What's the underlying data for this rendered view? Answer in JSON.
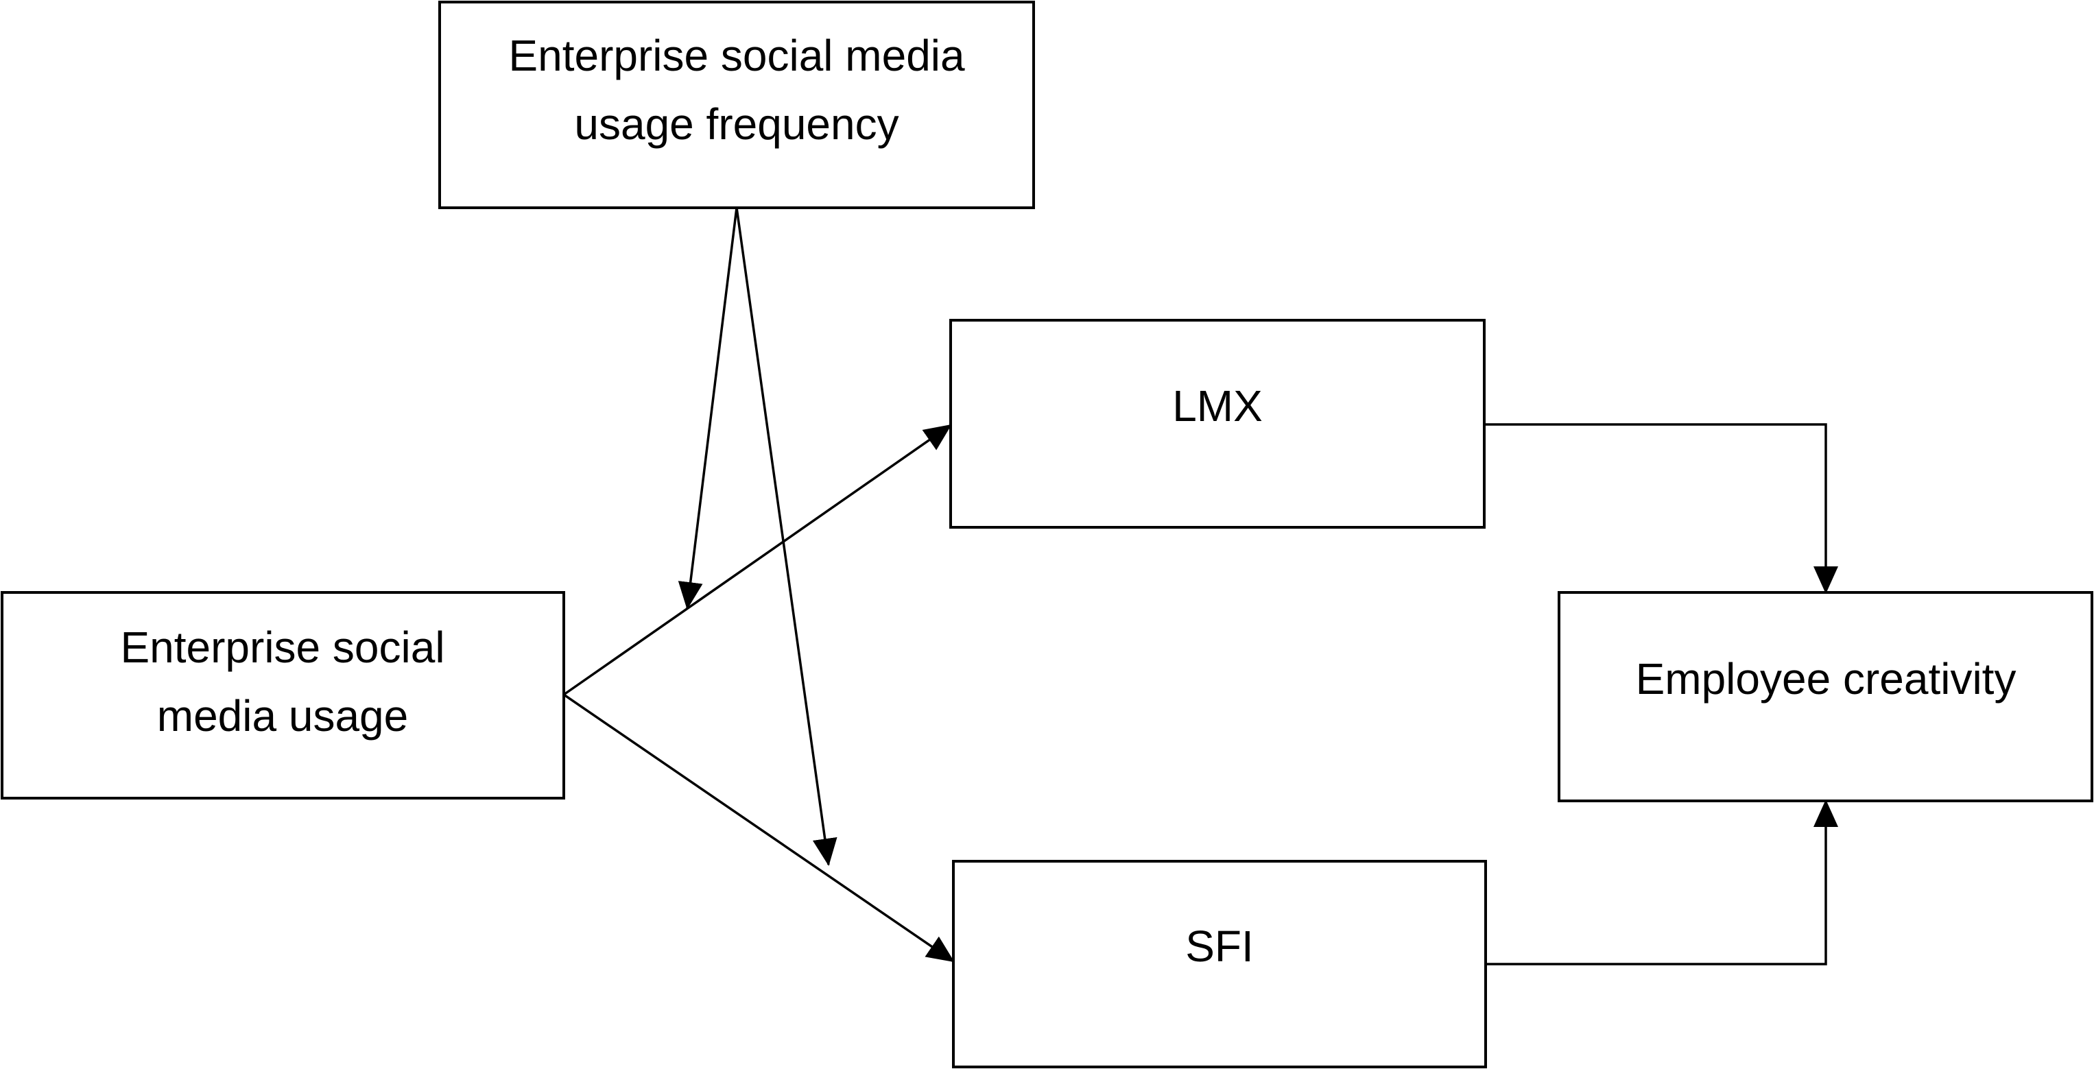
{
  "diagram": {
    "nodes": {
      "frequency": {
        "lines": [
          "Enterprise social media",
          "usage frequency"
        ]
      },
      "usage": {
        "lines": [
          "Enterprise social",
          "media usage"
        ]
      },
      "lmx": {
        "lines": [
          "LMX"
        ]
      },
      "sfi": {
        "lines": [
          "SFI"
        ]
      },
      "creativity": {
        "lines": [
          "Employee creativity"
        ]
      }
    },
    "edges": [
      {
        "from": "usage",
        "to": "lmx",
        "kind": "arrow"
      },
      {
        "from": "usage",
        "to": "sfi",
        "kind": "arrow"
      },
      {
        "from": "lmx",
        "to": "creativity",
        "kind": "arrow"
      },
      {
        "from": "sfi",
        "to": "creativity",
        "kind": "arrow"
      },
      {
        "from": "frequency",
        "to": "usage-lmx path",
        "kind": "moderation arrow"
      },
      {
        "from": "frequency",
        "to": "usage-sfi path",
        "kind": "moderation arrow"
      }
    ],
    "colors": {
      "stroke": "#000000",
      "fill": "#ffffff",
      "text": "#000000"
    }
  }
}
